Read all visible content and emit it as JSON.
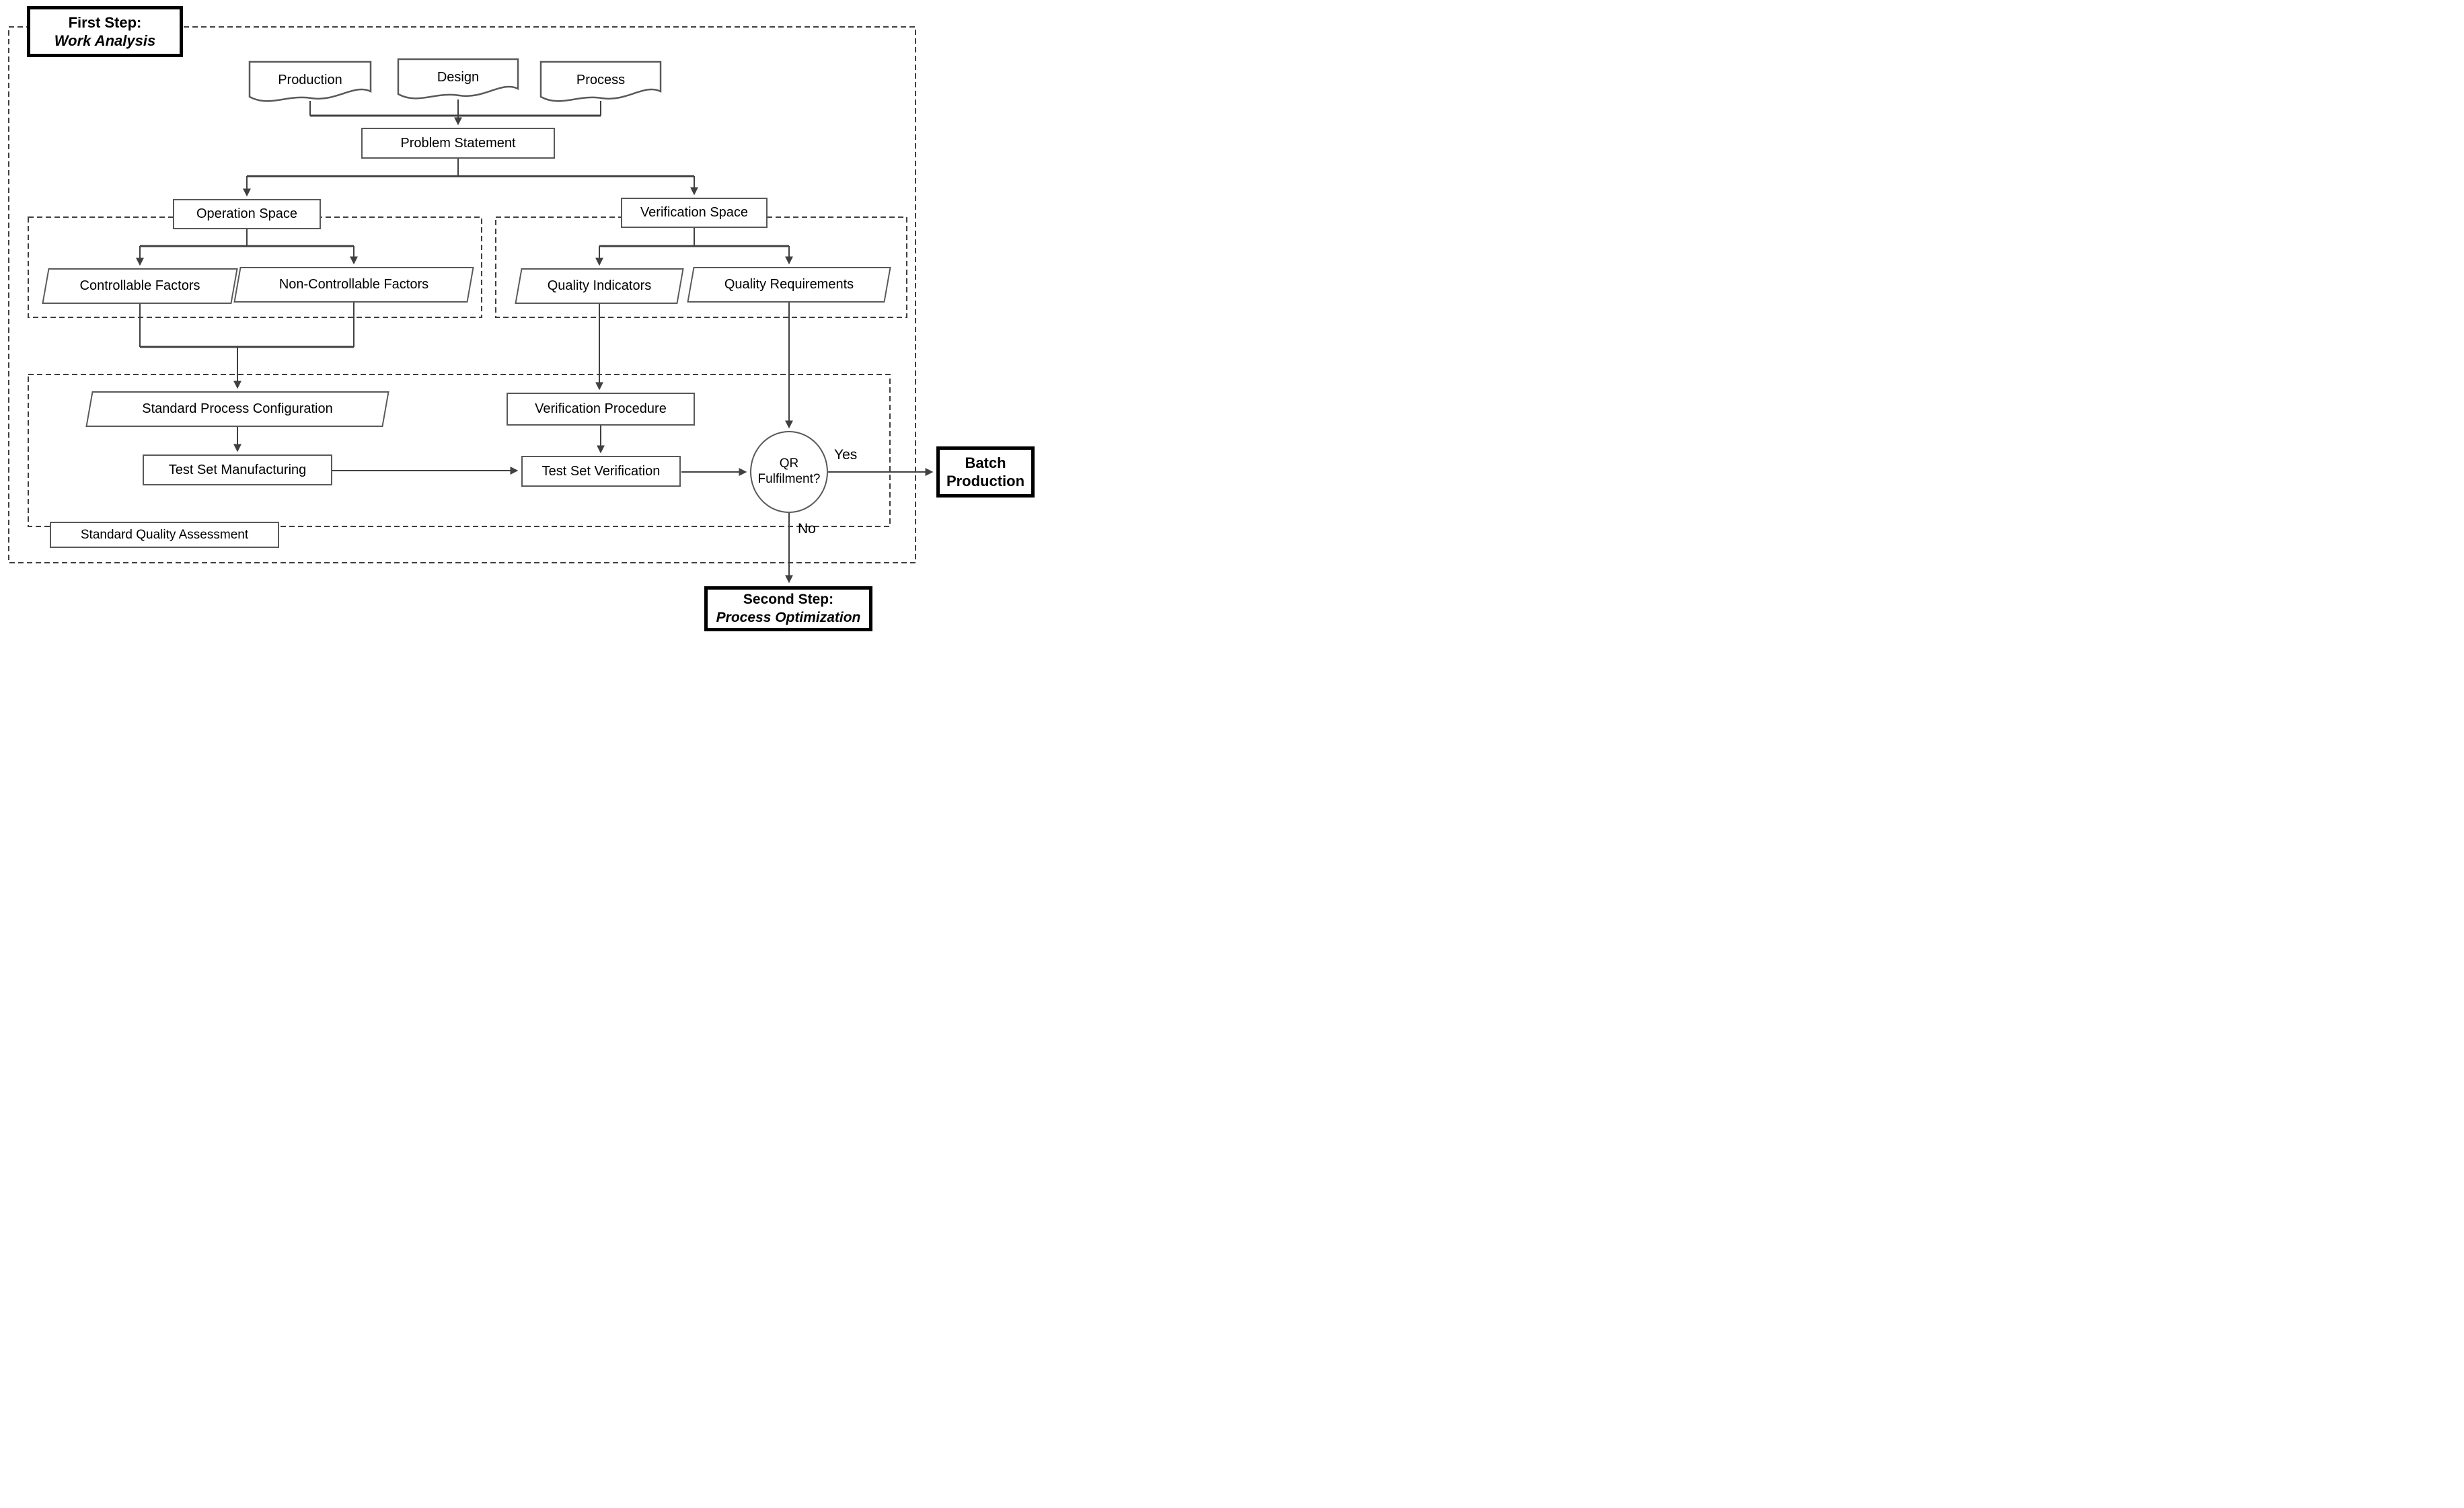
{
  "diagram": {
    "title_hint": "Two-step quality methodology flowchart",
    "steps": {
      "first_line1": "First Step:",
      "first_line2": "Work Analysis",
      "second_line1": "Second Step:",
      "second_line2": "Process Optimization"
    },
    "documents": {
      "production": "Production",
      "design": "Design",
      "process": "Process"
    },
    "nodes": {
      "problem_statement": "Problem Statement",
      "operation_space": "Operation Space",
      "verification_space": "Verification Space",
      "controllable_factors": "Controllable Factors",
      "non_controllable_factors": "Non-Controllable Factors",
      "quality_indicators": "Quality Indicators",
      "quality_requirements": "Quality Requirements",
      "standard_process_configuration": "Standard Process Configuration",
      "verification_procedure": "Verification Procedure",
      "test_set_manufacturing": "Test Set Manufacturing",
      "test_set_verification": "Test Set Verification",
      "qr_line1": "QR",
      "qr_line2": "Fulfilment?",
      "batch_line1": "Batch",
      "batch_line2": "Production",
      "standard_quality_assessment": "Standard Quality Assessment"
    },
    "edge_labels": {
      "yes": "Yes",
      "no": "No"
    },
    "colors": {
      "line": "#404040",
      "box_border": "#595959",
      "bold_border": "#000000",
      "dash": "#3f3f3f",
      "background": "#ffffff",
      "text": "#000000"
    }
  }
}
